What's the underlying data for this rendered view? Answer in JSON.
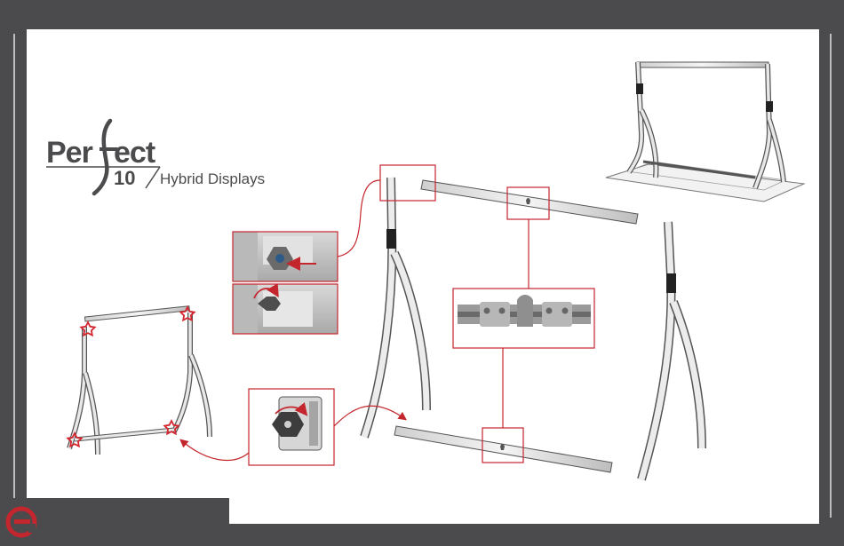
{
  "logo": {
    "wordmark_part1": "Per",
    "wordmark_part2": "ect",
    "number": "10",
    "subtitle": "Hybrid Displays"
  },
  "colors": {
    "frame": "#4b4b4d",
    "callout": "#c4262e",
    "star": "#d3262e",
    "tube": "#ececec",
    "tube_edge": "#555555"
  },
  "icons": {
    "brand": "brand-e-logo",
    "star": "star-marker-icon",
    "arrow": "red-arrow-icon"
  }
}
